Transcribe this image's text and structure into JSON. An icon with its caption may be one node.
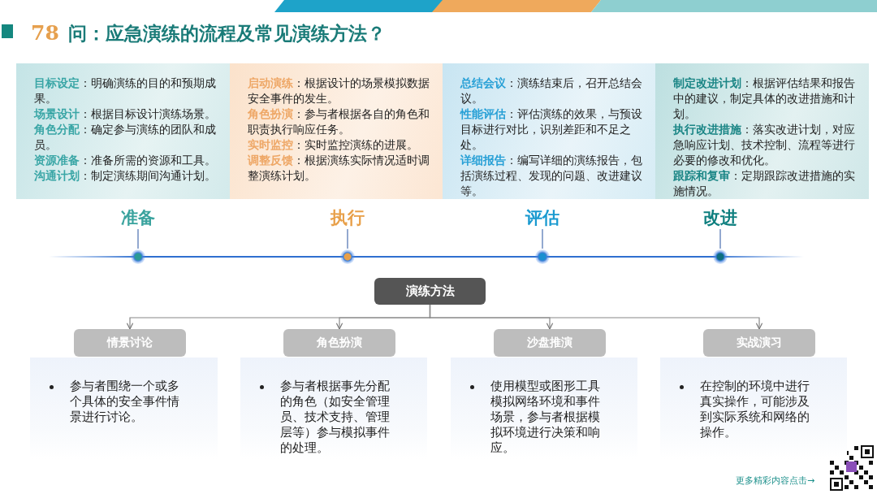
{
  "diagram": {
    "title": "问：应急演练的流程及常见演练方法？",
    "nodes": [
      {
        "text": [
          "**目标设定**：明确演练的目的和预期成果。",
          "**场景设计**：根据目标设计演练场景。",
          "**角色分配**：确定参与演练的团队和成员。",
          "**资源准备**：准备所需的资源和工具。",
          "**沟通计划**：制定演练期间沟通计划。"
        ]
      },
      {
        "text": [
          "**启动演练**：根据设计的场景模拟数据安全事件的发生。",
          "**角色扮演**：参与者根据各自的角色和职责执行响应任务。",
          "**实时监控**：实时监控演练的进展。",
          "**调整反馈**：根据演练实际情况适时调整演练计划。"
        ]
      },
      {
        "text": [
          "**总结会议**：演练结束后，召开总结会议。",
          "**性能评估**：评估演练的效果，与预设目标进行对比，识别差距和不足之处。",
          "**详细报告**：编写详细的演练报告，包括演练过程、发现的问题、改进建议等。"
        ]
      },
      {
        "text": [
          "**制定改进计划**：根据评估结果和报告中的建议，制定具体的改进措施和计划。",
          "**执行改进措施**：落实改进计划，对应急响应计划、技术控制、流程等进行必要的修改和优化。",
          "**跟踪和复审**：定期跟踪改进措施的实施情况。"
        ]
      },
      {
        "text": [
          "准备"
        ]
      },
      {
        "text": [
          "执行"
        ]
      },
      {
        "text": [
          "评估"
        ]
      },
      {
        "text": [
          "改进"
        ]
      },
      {
        "text": [],
        "shape": "circle"
      },
      {
        "text": [],
        "shape": "circle"
      },
      {
        "text": [],
        "shape": "circle"
      },
      {
        "text": [],
        "shape": "circle"
      },
      {
        "text": [
          "演练方法"
        ]
      },
      {
        "text": [
          "情景讨论"
        ]
      },
      {
        "text": [
          "角色扮演"
        ]
      },
      {
        "text": [
          "沙盘推演"
        ]
      },
      {
        "text": [
          "实战演习"
        ]
      },
      {
        "text": [
          "参与者围绕一个或多个具体的安全事件情景进行讨论。"
        ]
      },
      {
        "text": [
          "参与者根据事先分配的角色（如安全管理员、技术支持、管理层等）参与模拟事件的处理。"
        ]
      },
      {
        "text": [
          "使用模型或图形工具模拟网络环境和事件场景，参与者根据模拟环境进行决策和响应。"
        ]
      },
      {
        "text": [
          "在控制的环境中进行真实操作，可能涉及到实际系统和网络的操作。"
        ]
      }
    ],
    "edges": [
      {
        "from": 4,
        "to": 8,
        "arrow": "none"
      },
      {
        "from": 5,
        "to": 9,
        "arrow": "none"
      },
      {
        "from": 6,
        "to": 10,
        "arrow": "none"
      },
      {
        "from": 7,
        "to": 11,
        "arrow": "none"
      },
      {
        "from": 12,
        "to": 13,
        "arrow": "to"
      },
      {
        "from": 12,
        "to": 14,
        "arrow": "to"
      },
      {
        "from": 12,
        "to": 15,
        "arrow": "to"
      },
      {
        "from": 12,
        "to": 16,
        "arrow": "to"
      }
    ],
    "labels": [
      "78",
      "更多精彩内容点击→"
    ]
  }
}
